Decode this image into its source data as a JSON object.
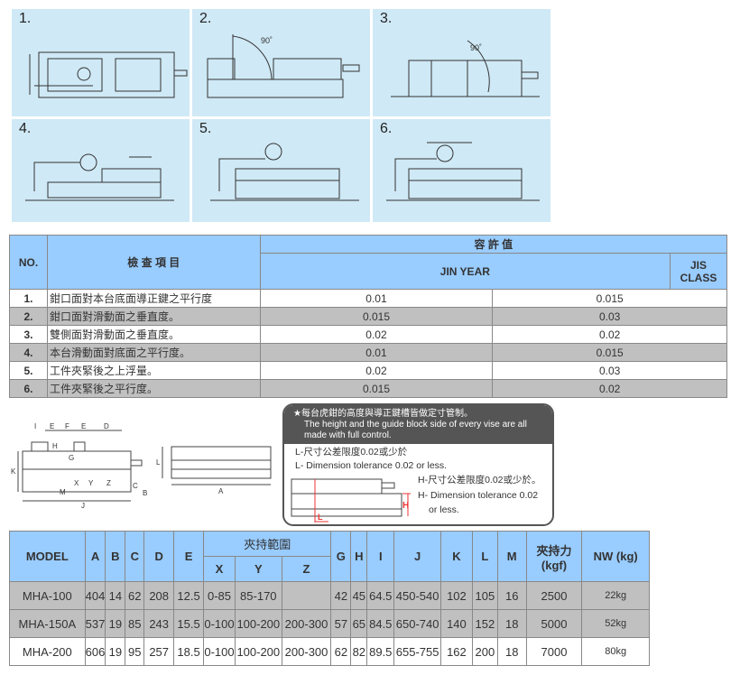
{
  "panels": [
    {
      "num": "1."
    },
    {
      "num": "2.",
      "angle": "90˚"
    },
    {
      "num": "3.",
      "angle": "90˚"
    },
    {
      "num": "4."
    },
    {
      "num": "5."
    },
    {
      "num": "6."
    }
  ],
  "tolerance_table": {
    "headers": {
      "no": "NO.",
      "item": "檢 查 項 目",
      "allowance": "容 許 值",
      "jin_year": "JIN YEAR",
      "jis": "JIS CLASS"
    },
    "rows": [
      {
        "no": "1.",
        "item": "鉗口面對本台底面導正鍵之平行度",
        "jin": "0.01",
        "jis": "0.015"
      },
      {
        "no": "2.",
        "item": "鉗口面對滑動面之垂直度。",
        "jin": "0.015",
        "jis": "0.03"
      },
      {
        "no": "3.",
        "item": "雙側面對滑動面之垂直度。",
        "jin": "0.02",
        "jis": "0.02"
      },
      {
        "no": "4.",
        "item": "本台滑動面對底面之平行度。",
        "jin": "0.01",
        "jis": "0.015"
      },
      {
        "no": "5.",
        "item": "工件夾緊後之上浮量。",
        "jin": "0.02",
        "jis": "0.03"
      },
      {
        "no": "6.",
        "item": "工件夾緊後之平行度。",
        "jin": "0.015",
        "jis": "0.02"
      }
    ]
  },
  "dim_labels": {
    "I": "I",
    "E": "E",
    "F": "F",
    "E2": "E",
    "D": "D",
    "H": "H",
    "G": "G",
    "K": "K",
    "X": "X",
    "Y": "Y",
    "Z": "Z",
    "M": "M",
    "J": "J",
    "C": "C",
    "B": "B",
    "L": "L",
    "A": "A"
  },
  "note": {
    "title": "★每台虎鉗的高度與導正鍵槽皆做定寸管制。",
    "subtitle": "The height and the guide block side of every vise are all made with full control.",
    "l_cn": "L-尺寸公差限度0.02或少於",
    "l_en": "L- Dimension tolerance 0.02 or less.",
    "h_cn": "H-尺寸公差限度0.02或少於。",
    "h_en1": "H- Dimension tolerance 0.02",
    "h_en2": "or less.",
    "h": "H",
    "l": "L"
  },
  "spec_table": {
    "headers": {
      "model": "MODEL",
      "A": "A",
      "B": "B",
      "C": "C",
      "D": "D",
      "E": "E",
      "range": "夾持範圍",
      "X": "X",
      "Y": "Y",
      "Z": "Z",
      "G": "G",
      "H": "H",
      "I": "I",
      "J": "J",
      "K": "K",
      "L": "L",
      "M": "M",
      "force": "夾持力 (kgf)",
      "nw": "NW (kg)"
    },
    "rows": [
      {
        "model": "MHA-100",
        "A": "404",
        "B": "14",
        "C": "62",
        "D": "208",
        "E": "12.5",
        "X": "0-85",
        "Y": "85-170",
        "Z": "",
        "G": "42",
        "H": "45",
        "I": "64.5",
        "J": "450-540",
        "K": "102",
        "L": "105",
        "M": "16",
        "force": "2500",
        "nw": "22kg"
      },
      {
        "model": "MHA-150A",
        "A": "537",
        "B": "19",
        "C": "85",
        "D": "243",
        "E": "15.5",
        "X": "0-100",
        "Y": "100-200",
        "Z": "200-300",
        "G": "57",
        "H": "65",
        "I": "84.5",
        "J": "650-740",
        "K": "140",
        "L": "152",
        "M": "18",
        "force": "5000",
        "nw": "52kg"
      },
      {
        "model": "MHA-200",
        "A": "606",
        "B": "19",
        "C": "95",
        "D": "257",
        "E": "18.5",
        "X": "0-100",
        "Y": "100-200",
        "Z": "200-300",
        "G": "62",
        "H": "82",
        "I": "89.5",
        "J": "655-755",
        "K": "162",
        "L": "200",
        "M": "18",
        "force": "7000",
        "nw": "80kg"
      }
    ]
  }
}
